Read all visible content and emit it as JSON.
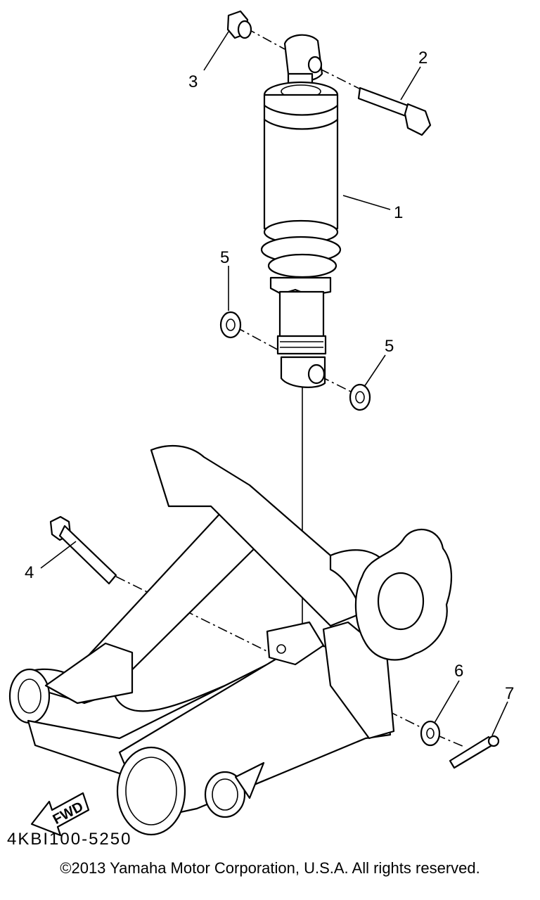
{
  "callouts": [
    {
      "id": "1",
      "label": "1"
    },
    {
      "id": "2",
      "label": "2"
    },
    {
      "id": "3",
      "label": "3"
    },
    {
      "id": "4",
      "label": "4"
    },
    {
      "id": "5a",
      "label": "5"
    },
    {
      "id": "5b",
      "label": "5"
    },
    {
      "id": "6",
      "label": "6"
    },
    {
      "id": "7",
      "label": "7"
    }
  ],
  "fwd_label": "FWD",
  "part_code": "4KBI100-5250",
  "copyright": "©2013 Yamaha Motor Corporation, U.S.A. All rights reserved."
}
